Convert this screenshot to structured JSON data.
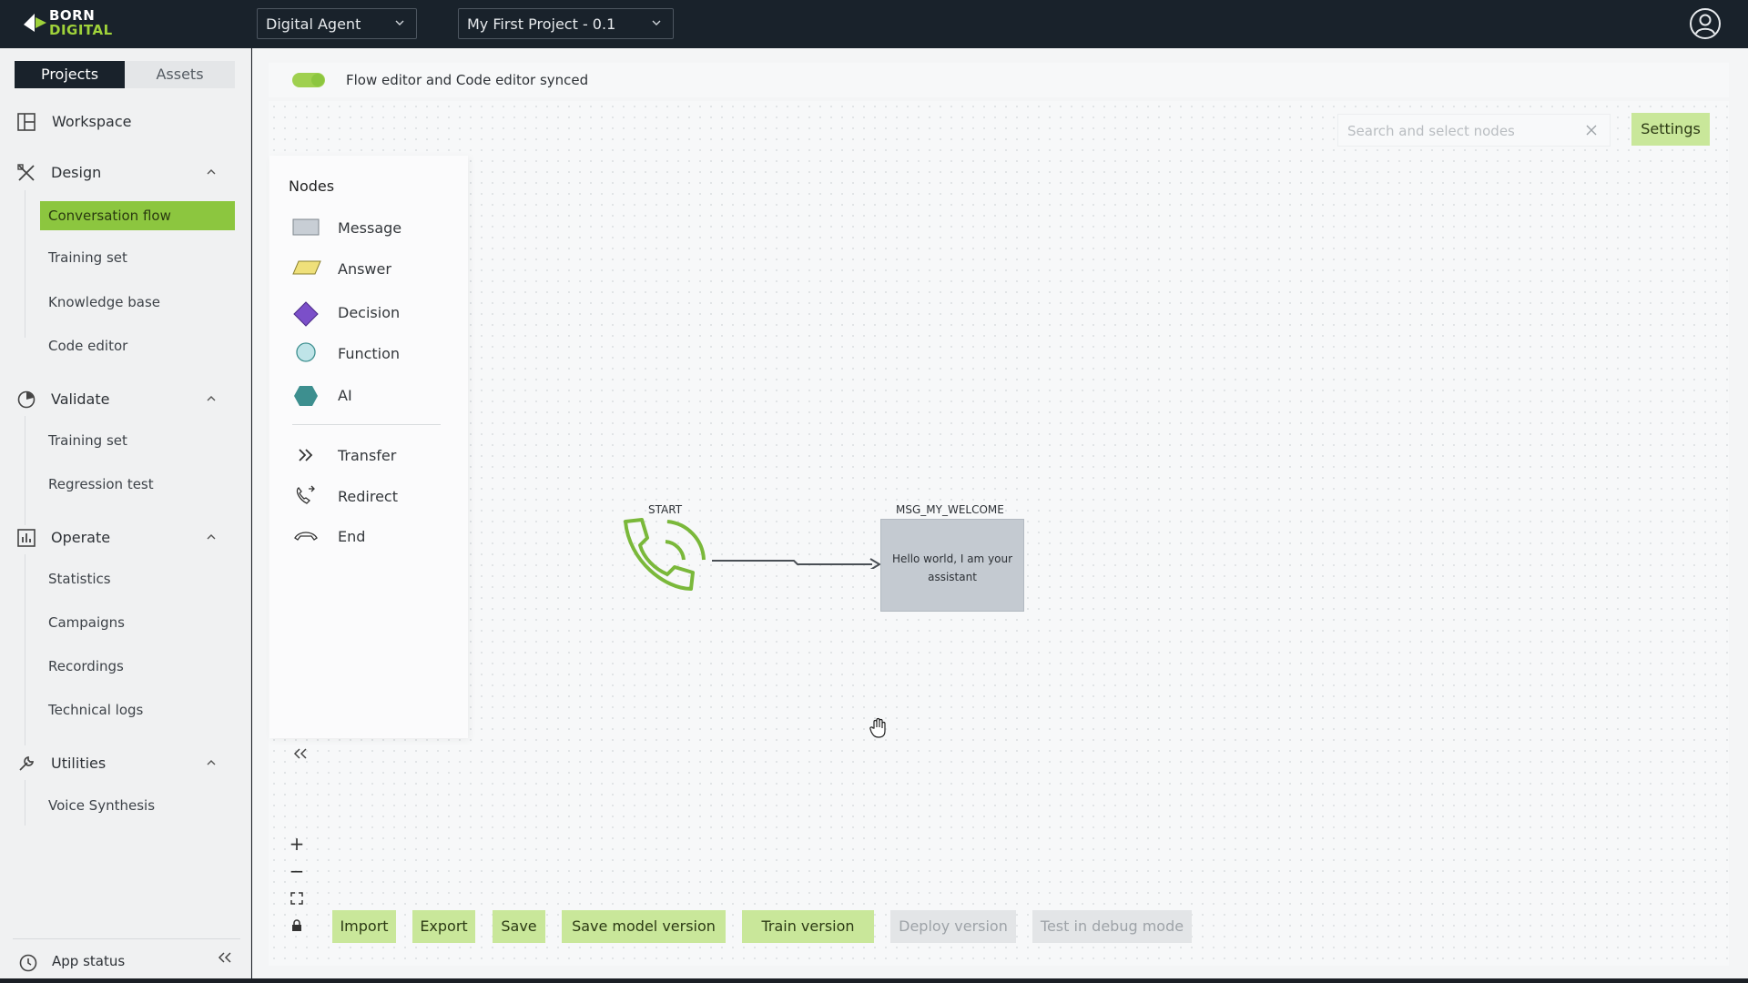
{
  "header": {
    "logo_top": "BORN",
    "logo_bottom": "DIGITAL",
    "agent_select": "Digital Agent",
    "project_select": "My First Project - 0.1"
  },
  "sidebar": {
    "tabs": [
      "Projects",
      "Assets"
    ],
    "workspace": "Workspace",
    "sections": {
      "design": {
        "label": "Design",
        "items": [
          "Conversation flow",
          "Training set",
          "Knowledge base",
          "Code editor"
        ]
      },
      "validate": {
        "label": "Validate",
        "items": [
          "Training set",
          "Regression test"
        ]
      },
      "operate": {
        "label": "Operate",
        "items": [
          "Statistics",
          "Campaigns",
          "Recordings",
          "Technical logs"
        ]
      },
      "utilities": {
        "label": "Utilities",
        "items": [
          "Voice Synthesis"
        ]
      }
    },
    "active_item": "Conversation flow",
    "app_status": "App status"
  },
  "editor": {
    "sync_text": "Flow editor and Code editor synced",
    "sync_enabled": true,
    "search_placeholder": "Search and select nodes",
    "settings_label": "Settings"
  },
  "nodes_panel": {
    "title": "Nodes",
    "items": [
      "Message",
      "Answer",
      "Decision",
      "Function",
      "AI",
      "Transfer",
      "Redirect",
      "End"
    ]
  },
  "flow": {
    "start_label": "START",
    "message_node": {
      "id": "MSG_MY_WELCOME",
      "text": "Hello world, I am your assistant"
    }
  },
  "zoom_controls": [
    "+",
    "−",
    "fit",
    "lock"
  ],
  "actions": {
    "import": "Import",
    "export": "Export",
    "save": "Save",
    "save_model_version": "Save model version",
    "train_version": "Train version",
    "deploy_version": "Deploy version",
    "test_debug": "Test in debug mode"
  },
  "colors": {
    "accent": "#8cc63f",
    "accent_light": "#c9e79a",
    "topbar": "#19222b",
    "decision": "#7b4fc9",
    "ai": "#3d8f8f",
    "function": "#bfe4e8",
    "answer": "#efe07a",
    "message": "#c8ced5"
  }
}
